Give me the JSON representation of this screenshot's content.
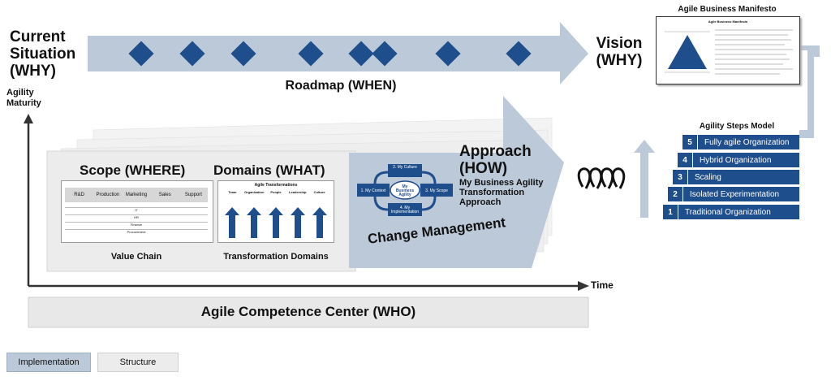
{
  "current_situation": "Current Situation (WHY)",
  "roadmap": "Roadmap (WHEN)",
  "vision": "Vision (WHY)",
  "agility_maturity": "Agility Maturity",
  "time": "Time",
  "scope": "Scope (WHERE)",
  "domains": "Domains (WHAT)",
  "value_chain_caption": "Value Chain",
  "domains_caption": "Transformation Domains",
  "value_chain": {
    "primary": [
      "R&D",
      "Production",
      "Marketing",
      "Sales",
      "Support"
    ],
    "support": [
      "IT",
      "HR",
      "Finance",
      "Procurement"
    ]
  },
  "transformations": {
    "title": "Agile Transformations",
    "columns": [
      "Team",
      "Organization",
      "People",
      "Leadership",
      "Culture"
    ]
  },
  "approach": "Approach (HOW)",
  "approach_sub": "My Business Agility Transformation Approach",
  "change_management": "Change Management",
  "cycle": {
    "top": "2. My Culture",
    "left": "1. My Context",
    "right": "3. My Scope",
    "bottom": "4. My Implementation",
    "center": "My Business Agility"
  },
  "competence_center": "Agile Competence Center (WHO)",
  "manifesto": {
    "title": "Agile Business Manifesto",
    "inner_title": "Agile Business Manifesto"
  },
  "steps_title": "Agility Steps Model",
  "steps": [
    {
      "num": "5",
      "label": "Fully agile Organization"
    },
    {
      "num": "4",
      "label": "Hybrid Organization"
    },
    {
      "num": "3",
      "label": "Scaling"
    },
    {
      "num": "2",
      "label": "Isolated Experimentation"
    },
    {
      "num": "1",
      "label": "Traditional Organization"
    }
  ],
  "legend": {
    "implementation": "Implementation",
    "structure": "Structure"
  },
  "colors": {
    "dark_blue": "#1f4e8c",
    "light_blue": "#bcc9d8",
    "light_gray": "#ececec"
  }
}
